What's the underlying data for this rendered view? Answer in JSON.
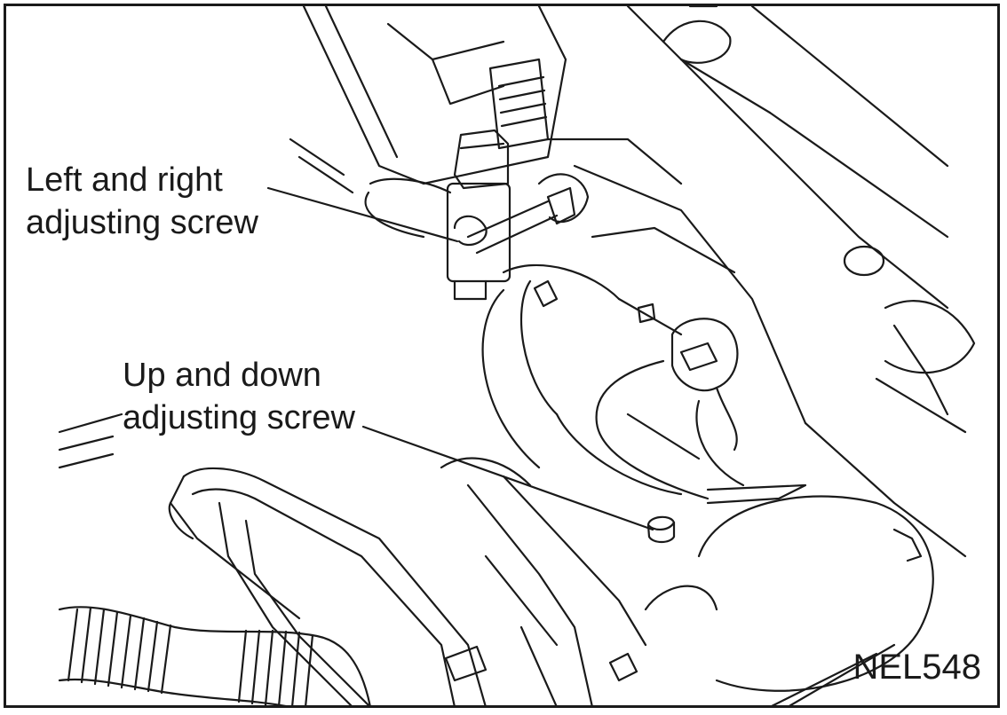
{
  "figure": {
    "callouts": {
      "left_right_screw": {
        "line1": "Left and right",
        "line2": "adjusting screw"
      },
      "up_down_screw": {
        "line1": "Up and down",
        "line2": "adjusting screw"
      }
    },
    "figure_code": "NEL548",
    "colors": {
      "ink": "#1a1a1a",
      "background": "#ffffff"
    }
  }
}
